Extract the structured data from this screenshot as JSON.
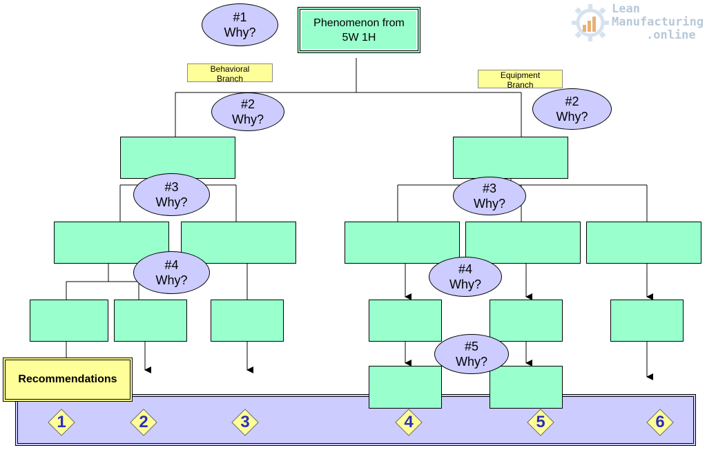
{
  "top_box": {
    "line1": "Phenomenon from",
    "line2": "5W 1H"
  },
  "whys": [
    {
      "id": "why-1",
      "num": "#1",
      "label": "Why?"
    },
    {
      "id": "why-2-behavioral",
      "num": "#2",
      "label": "Why?"
    },
    {
      "id": "why-2-equipment",
      "num": "#2",
      "label": "Why?"
    },
    {
      "id": "why-3-left",
      "num": "#3",
      "label": "Why?"
    },
    {
      "id": "why-3-right",
      "num": "#3",
      "label": "Why?"
    },
    {
      "id": "why-4-left",
      "num": "#4",
      "label": "Why?"
    },
    {
      "id": "why-4-right",
      "num": "#4",
      "label": "Why?"
    },
    {
      "id": "why-5",
      "num": "#5",
      "label": "Why?"
    }
  ],
  "branches": {
    "behavioral": "Behavioral Branch",
    "equipment": "Equipment Branch"
  },
  "recommendations": {
    "label": "Recommendations",
    "items": [
      "1",
      "2",
      "3",
      "4",
      "5",
      "6"
    ]
  },
  "logo": {
    "line1": "Lean",
    "line2": "Manufacturing",
    "line3": ".online"
  },
  "colors": {
    "box_fill": "#99FFCC",
    "why_fill": "#CCCCFF",
    "tag_fill": "#FFFF99",
    "band_fill": "#CCCCFF",
    "number_color": "#2E2EB8"
  }
}
